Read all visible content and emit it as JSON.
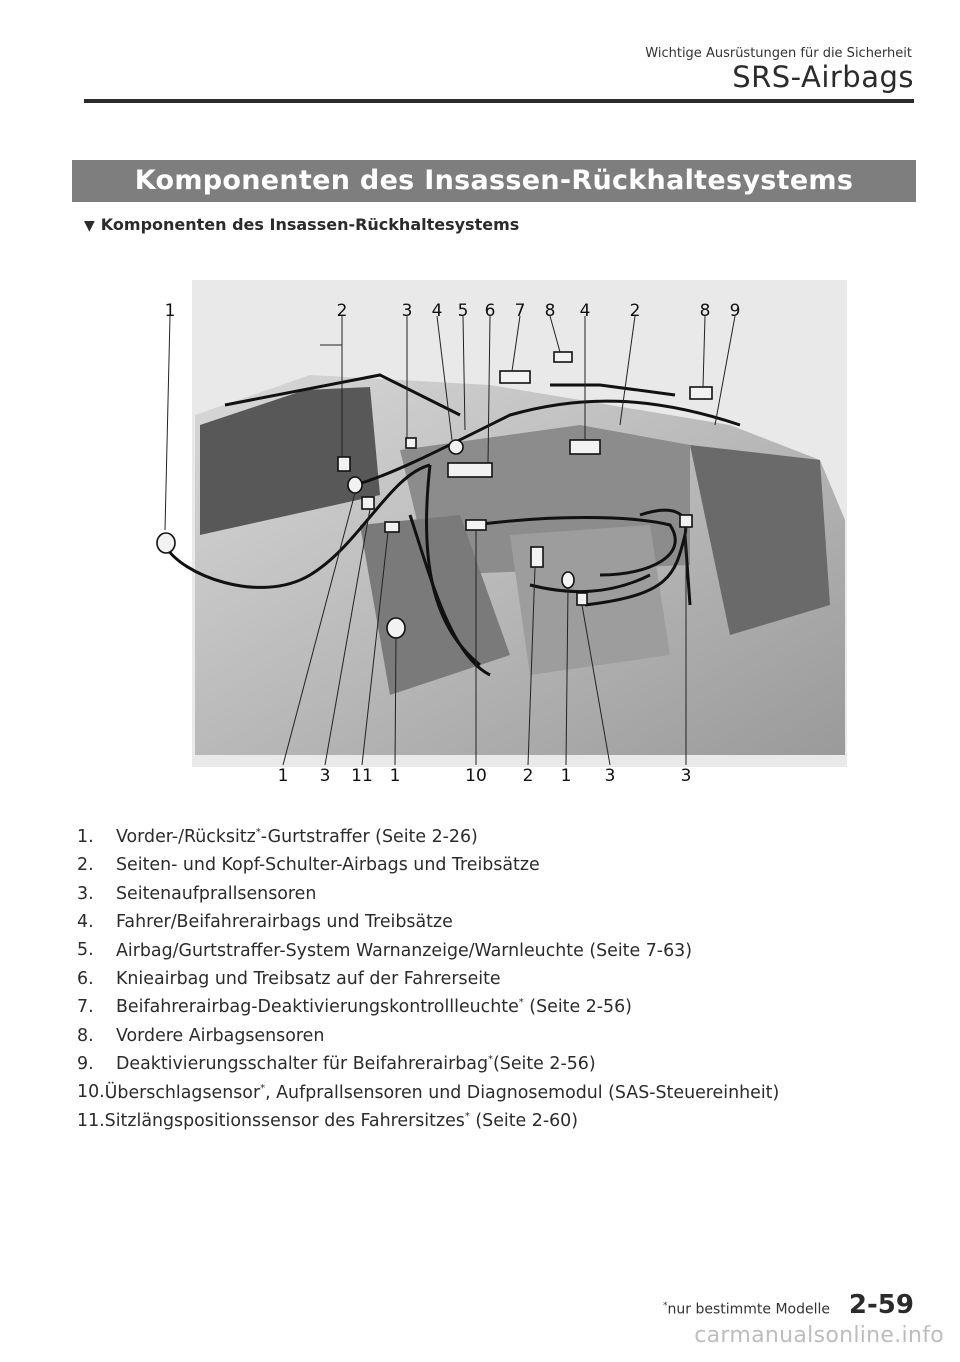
{
  "header": {
    "subtitle": "Wichtige Ausrüstungen für die Sicherheit",
    "title": "SRS-Airbags"
  },
  "section": {
    "banner": "Komponenten des Insassen-Rückhaltesystems",
    "subheading": "Komponenten des Insassen-Rückhaltesystems",
    "subheading_marker": "▼"
  },
  "figure": {
    "callouts_top": [
      "1",
      "2",
      "3",
      "4",
      "5",
      "6",
      "7",
      "8",
      "4",
      "2",
      "8",
      "9"
    ],
    "callouts_bottom": [
      "1",
      "3",
      "11",
      "1",
      "10",
      "2",
      "1",
      "3",
      "3"
    ]
  },
  "list": [
    {
      "num": "1.",
      "text": "Vorder-/Rücksitz",
      "sup": "*",
      "rest": "-Gurtstraffer (Seite 2-26)"
    },
    {
      "num": "2.",
      "text": "Seiten- und Kopf-Schulter-Airbags und Treibsätze",
      "sup": "",
      "rest": ""
    },
    {
      "num": "3.",
      "text": "Seitenaufprallsensoren",
      "sup": "",
      "rest": ""
    },
    {
      "num": "4.",
      "text": "Fahrer/Beifahrerairbags und Treibsätze",
      "sup": "",
      "rest": ""
    },
    {
      "num": "5.",
      "text": "Airbag/Gurtstraffer-System Warnanzeige/Warnleuchte (Seite 7-63)",
      "sup": "",
      "rest": ""
    },
    {
      "num": "6.",
      "text": "Knieairbag und Treibsatz auf der Fahrerseite",
      "sup": "",
      "rest": ""
    },
    {
      "num": "7.",
      "text": "Beifahrerairbag-Deaktivierungskontrollleuchte",
      "sup": "*",
      "rest": " (Seite 2-56)"
    },
    {
      "num": "8.",
      "text": "Vordere Airbagsensoren",
      "sup": "",
      "rest": ""
    },
    {
      "num": "9.",
      "text": "Deaktivierungsschalter für Beifahrerairbag",
      "sup": "*",
      "rest": "(Seite 2-56)"
    },
    {
      "num": "10.",
      "text": "Überschlagsensor",
      "sup": "*",
      "rest": ", Aufprallsensoren und Diagnosemodul (SAS-Steuereinheit)"
    },
    {
      "num": "11.",
      "text": "Sitzlängspositionssensor des Fahrersitzes",
      "sup": "*",
      "rest": " (Seite 2-60)"
    }
  ],
  "footer": {
    "note_marker": "*",
    "note": "nur bestimmte Modelle",
    "page": "2-59",
    "watermark": "carmanualsonline.info"
  }
}
